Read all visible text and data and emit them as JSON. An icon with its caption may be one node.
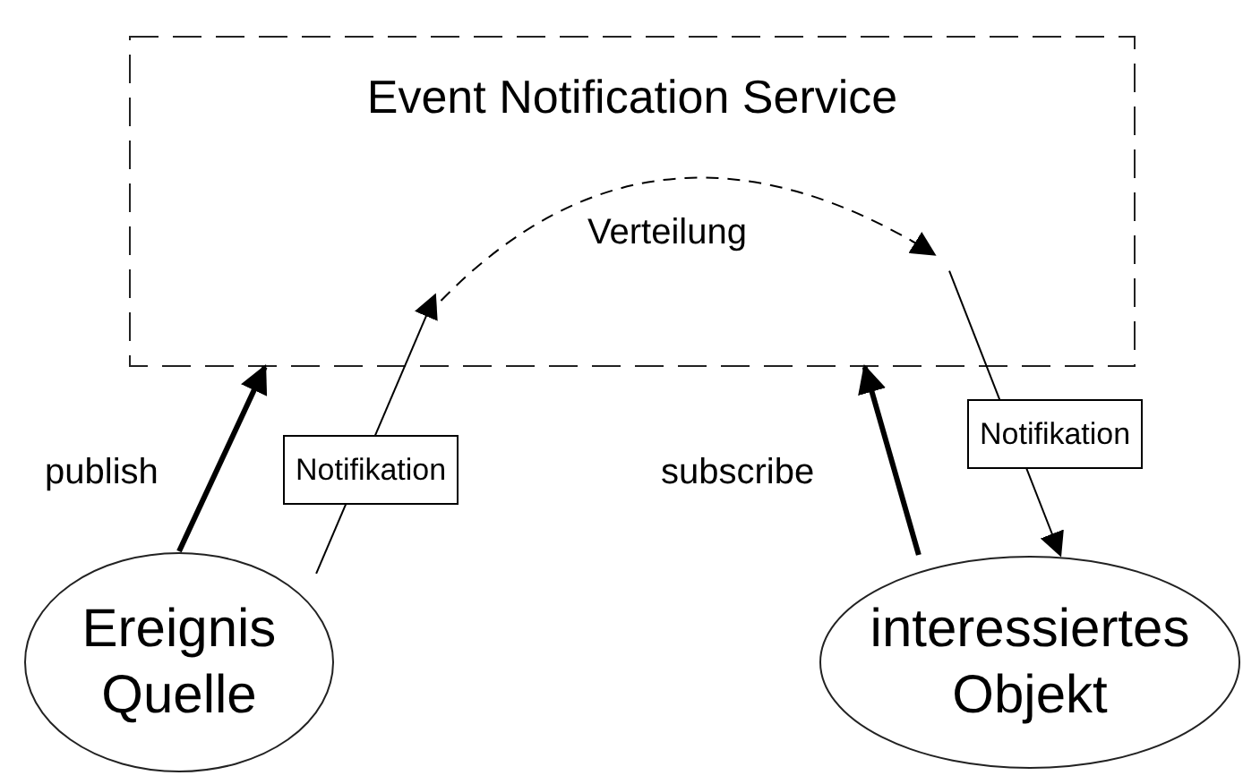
{
  "diagram": {
    "nodes": [
      {
        "text": [
          "Event Notification Service"
        ]
      },
      {
        "text": [
          "Ereignis Quelle"
        ]
      },
      {
        "text": [
          "interessiertes Objekt"
        ]
      }
    ],
    "edges": [
      {
        "from": 1,
        "to": 0,
        "arrow": "to",
        "label": "publish",
        "style": "thick"
      },
      {
        "from": 1,
        "to": 0,
        "arrow": "to",
        "label": "Notifikation"
      },
      {
        "from": 0,
        "to": 0,
        "arrow": "to",
        "label": "Verteilung",
        "style": "dashed"
      },
      {
        "from": 2,
        "to": 0,
        "arrow": "to",
        "label": "subscribe",
        "style": "thick"
      },
      {
        "from": 0,
        "to": 2,
        "arrow": "to",
        "label": "Notifikation"
      }
    ]
  }
}
